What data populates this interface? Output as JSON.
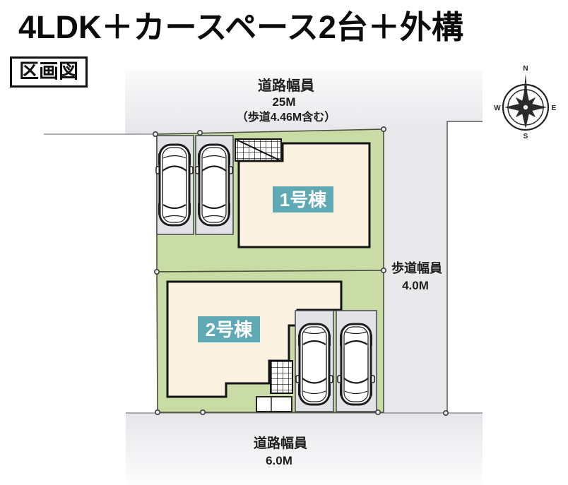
{
  "header": {
    "title": "4LDK＋カースペース2台＋外構",
    "section_label": "区画図"
  },
  "roads": {
    "top": {
      "name": "道路幅員",
      "width": "25M",
      "note": "（歩道4.46M含む）"
    },
    "right": {
      "name": "歩道幅員",
      "width": "4.0M"
    },
    "bottom": {
      "name": "道路幅員",
      "width": "6.0M"
    }
  },
  "lots": [
    {
      "building_label": "1号棟"
    },
    {
      "building_label": "2号棟"
    }
  ],
  "compass": {
    "n": "N",
    "e": "E",
    "s": "S",
    "w": "W"
  },
  "colors": {
    "lot_green": "#c9dca6",
    "building_fill": "#fbf2e1",
    "label_teal": "#5ea9b3",
    "road_gray": "#e8e8ec",
    "stall_gray": "#e2e2e7"
  }
}
